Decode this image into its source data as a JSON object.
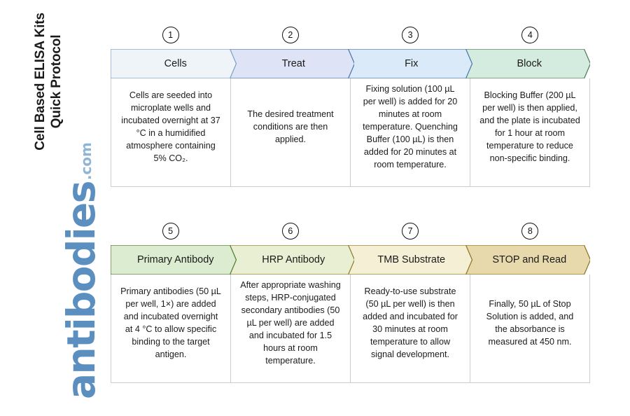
{
  "title": "Cell Based ELISA Kits\nQuick Protocol",
  "watermark": {
    "brand": "antibodies",
    "tld": ".com",
    "brand_color": "#5b8fc0",
    "tld_color": "#8fb4d4"
  },
  "steps": [
    {
      "number": "1",
      "label": "Cells",
      "fill": "#eff4f9",
      "stroke": "#7e9fc2",
      "description": "Cells are seeded into microplate wells and incubated overnight at 37 °C in a humidified atmosphere containing 5% CO₂."
    },
    {
      "number": "2",
      "label": "Treat",
      "fill": "#dee4f5",
      "stroke": "#4a74aa",
      "description": "The desired treatment conditions are then applied."
    },
    {
      "number": "3",
      "label": "Fix",
      "fill": "#daeaf8",
      "stroke": "#4a74aa",
      "description": "Fixing solution (100 µL per well) is added for 20 minutes at room temperature. Quenching Buffer (100 µL) is then added for 20 minutes at room temperature."
    },
    {
      "number": "4",
      "label": "Block",
      "fill": "#d4ecdf",
      "stroke": "#4f7a52",
      "description": "Blocking Buffer (200 µL per well) is then applied, and the plate is incubated for 1 hour at room temperature to reduce non-specific binding."
    },
    {
      "number": "5",
      "label": "Primary Antibody",
      "fill": "#dcecd0",
      "stroke": "#4f7a30",
      "description": "Primary antibodies (50 µL per well, 1×) are added and incubated overnight at 4 °C to allow specific binding to the target antigen."
    },
    {
      "number": "6",
      "label": "HRP Antibody",
      "fill": "#e9efd2",
      "stroke": "#8a7a2a",
      "description": "After appropriate washing steps, HRP-conjugated secondary antibodies (50 µL per well) are added and incubated for 1.5 hours at room temperature."
    },
    {
      "number": "7",
      "label": "TMB Substrate",
      "fill": "#f5efd5",
      "stroke": "#8a7320",
      "description": "Ready-to-use substrate (50 µL per well) is then added and incubated for 30 minutes at room temperature to allow signal development."
    },
    {
      "number": "8",
      "label": "STOP and Read",
      "fill": "#e7d9ac",
      "stroke": "#8a7320",
      "description": "Finally, 50 µL of Stop Solution is added, and the absorbance is measured at 450 nm."
    }
  ]
}
